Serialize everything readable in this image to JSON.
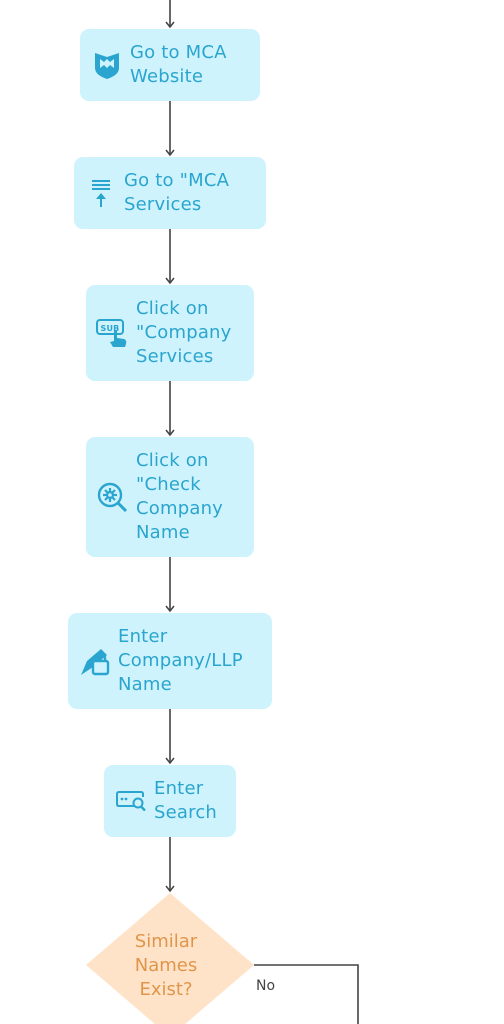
{
  "steps": [
    {
      "label": "Go to MCA\nWebsite",
      "icon": "shield-icon"
    },
    {
      "label": "Go to \"MCA\nServices",
      "icon": "upload-list-icon"
    },
    {
      "label": "Click on\n\"Company\nServices",
      "icon": "sub-hand-icon"
    },
    {
      "label": "Click on\n\"Check\nCompany\nName",
      "icon": "search-gear-icon"
    },
    {
      "label": "Enter\nCompany/LLP\nName",
      "icon": "pen-lock-icon"
    },
    {
      "label": "Enter\nSearch",
      "icon": "search-field-icon"
    }
  ],
  "decision": {
    "label": "Similar\nNames\nExist?",
    "no_label": "No"
  },
  "colors": {
    "node_fill": "#cff3fc",
    "node_text": "#2aa5cf",
    "decision_fill": "#ffe3c8",
    "decision_text": "#e0954a",
    "connector": "#444444"
  }
}
